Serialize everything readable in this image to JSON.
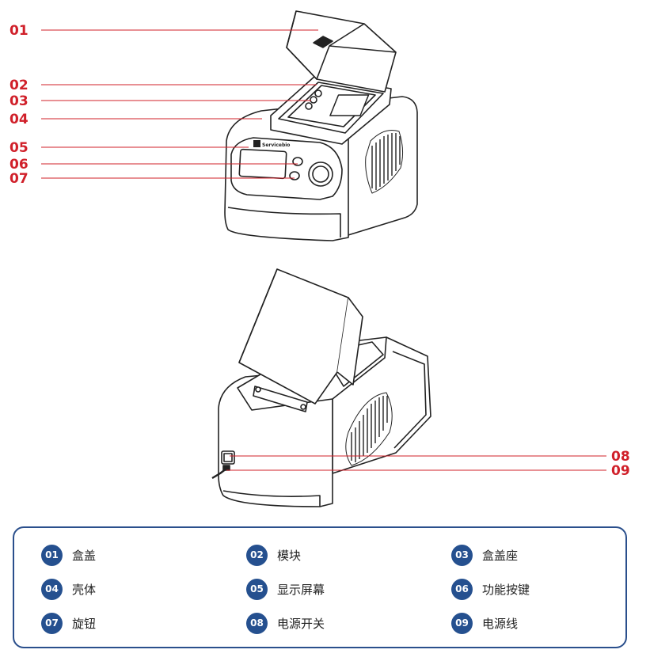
{
  "top_callouts": [
    "01",
    "02",
    "03",
    "04",
    "05",
    "06",
    "07"
  ],
  "bottom_callouts": [
    "08",
    "09"
  ],
  "device_brand": "Servicebio",
  "legend": [
    {
      "num": "01",
      "label": "盒盖"
    },
    {
      "num": "02",
      "label": "模块"
    },
    {
      "num": "03",
      "label": "盒盖座"
    },
    {
      "num": "04",
      "label": "壳体"
    },
    {
      "num": "05",
      "label": "显示屏幕"
    },
    {
      "num": "06",
      "label": "功能按键"
    },
    {
      "num": "07",
      "label": "旋钮"
    },
    {
      "num": "08",
      "label": "电源开关"
    },
    {
      "num": "09",
      "label": "电源线"
    }
  ],
  "colors": {
    "callout": "#d0202a",
    "badge": "#25508f",
    "border": "#2a4f8c",
    "line_art": "#222222"
  }
}
